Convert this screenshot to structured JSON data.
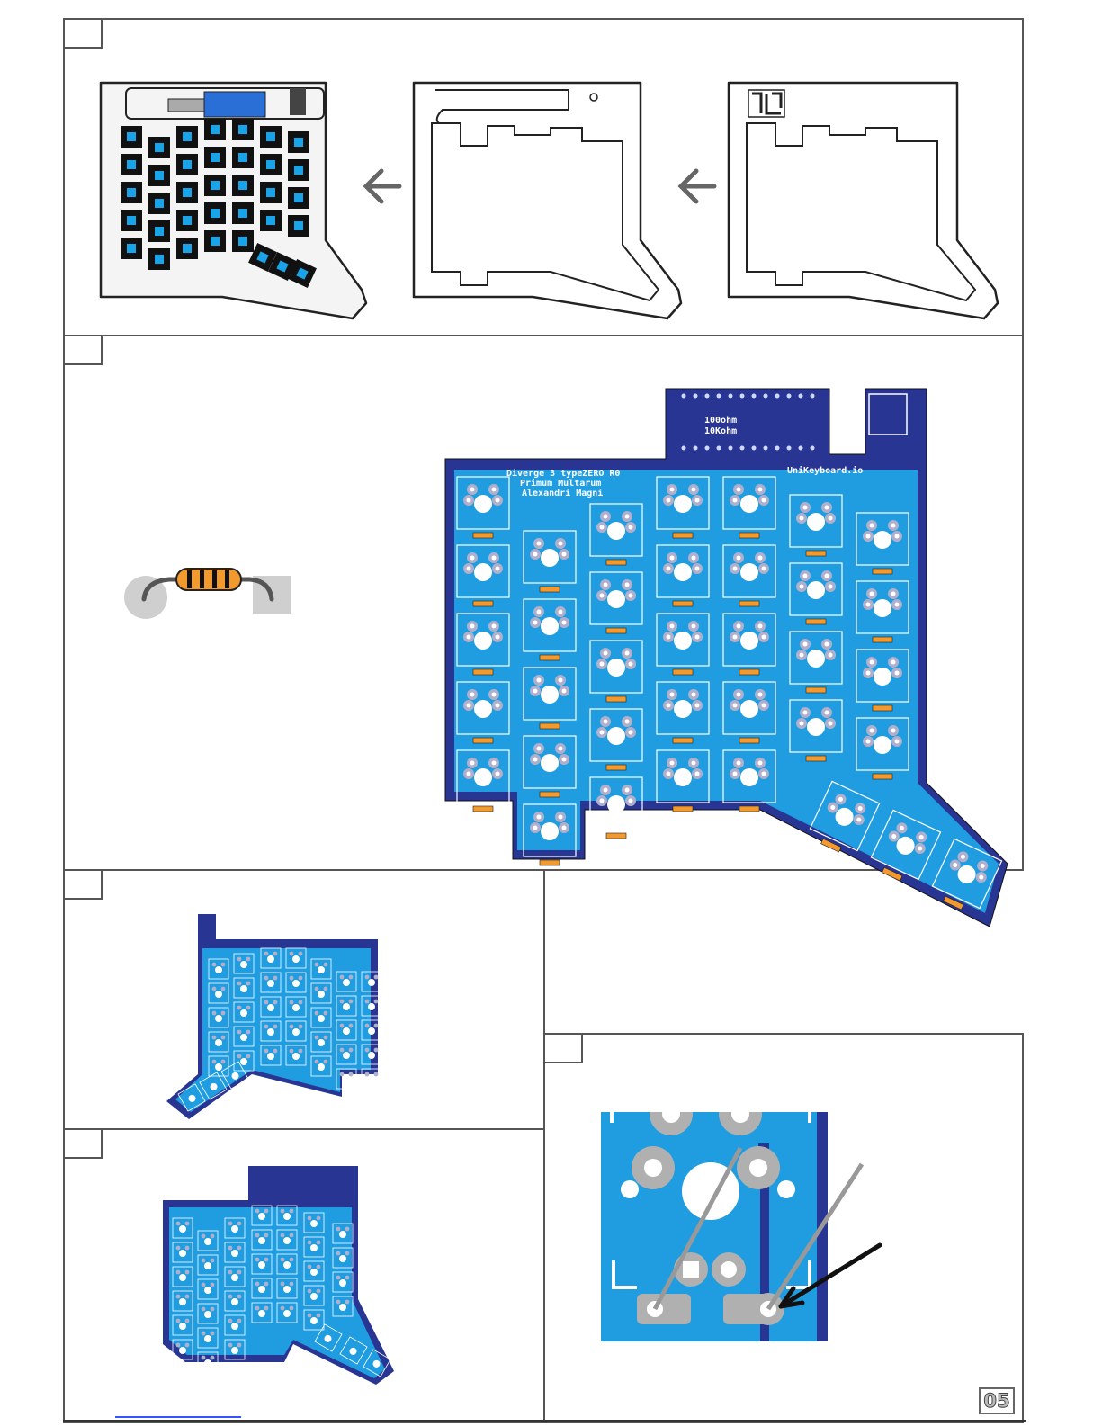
{
  "page_number": "05",
  "pcb": {
    "silk_title": [
      "Diverge 3 typeZERO R0",
      "Primum Multarum",
      "Alexandri Magni"
    ],
    "silk_brand": "UniKeyboard.io",
    "silk_resistor_values": [
      "100ohm",
      "10Kohm"
    ]
  },
  "colors": {
    "pcb_blue": "#1f9de0",
    "pcb_dark": "#283593",
    "resistor_body": "#f39a2e",
    "pad_grey": "#b0b0b0",
    "frame": "#555555"
  },
  "icons": [
    "arrow-left-icon",
    "arrow-left-icon",
    "resistor-icon",
    "arrow-pointer-icon"
  ]
}
